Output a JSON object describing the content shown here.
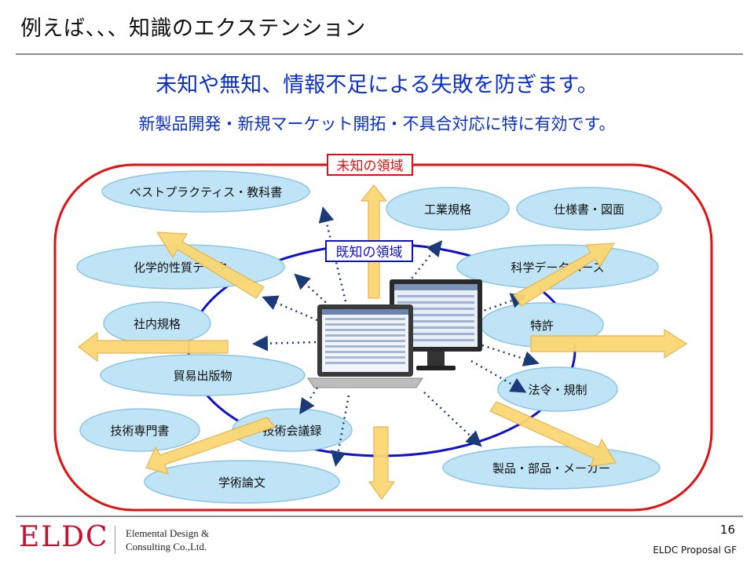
{
  "slide": {
    "title": "例えば、、、知識のエクステンション",
    "headline": "未知や無知、情報不足による失敗を防ぎます。",
    "subline": "新製品開発・新規マーケット開拓・不具合対応に特に有効です。"
  },
  "diagram": {
    "outer_region_label": "未知の領域",
    "inner_region_label": "既知の領域",
    "colors": {
      "outer_border": "#e21010",
      "inner_border": "#1010d0",
      "node_fill": "#bfe4f5",
      "node_stroke": "#8cc6e4",
      "arrow_fill": "#fbd873",
      "arrow_stroke": "#e6b24a"
    },
    "nodes": [
      {
        "id": "best-practice",
        "label": "ベストプラクティス・教科書"
      },
      {
        "id": "industrial-standards",
        "label": "工業規格"
      },
      {
        "id": "specs-drawings",
        "label": "仕様書・図面"
      },
      {
        "id": "chemical-data",
        "label": "化学的性質データ"
      },
      {
        "id": "science-database",
        "label": "科学データベース"
      },
      {
        "id": "internal-rules",
        "label": "社内規格"
      },
      {
        "id": "patents",
        "label": "特許"
      },
      {
        "id": "trade-publications",
        "label": "貿易出版物"
      },
      {
        "id": "laws-regulations",
        "label": "法令・規制"
      },
      {
        "id": "technical-books",
        "label": "技術専門書"
      },
      {
        "id": "conference-proceedings",
        "label": "技術会議録"
      },
      {
        "id": "academic-papers",
        "label": "学術論文"
      },
      {
        "id": "product-parts-makers",
        "label": "製品・部品・メーカー"
      }
    ],
    "center_icon": "computer-monitor-laptop-icon"
  },
  "footer": {
    "logo": "ELDC",
    "company_line1": "Elemental Design &",
    "company_line2": "Consulting Co.,Ltd.",
    "page_number": "16",
    "proposal_label": "ELDC Proposal GF"
  }
}
